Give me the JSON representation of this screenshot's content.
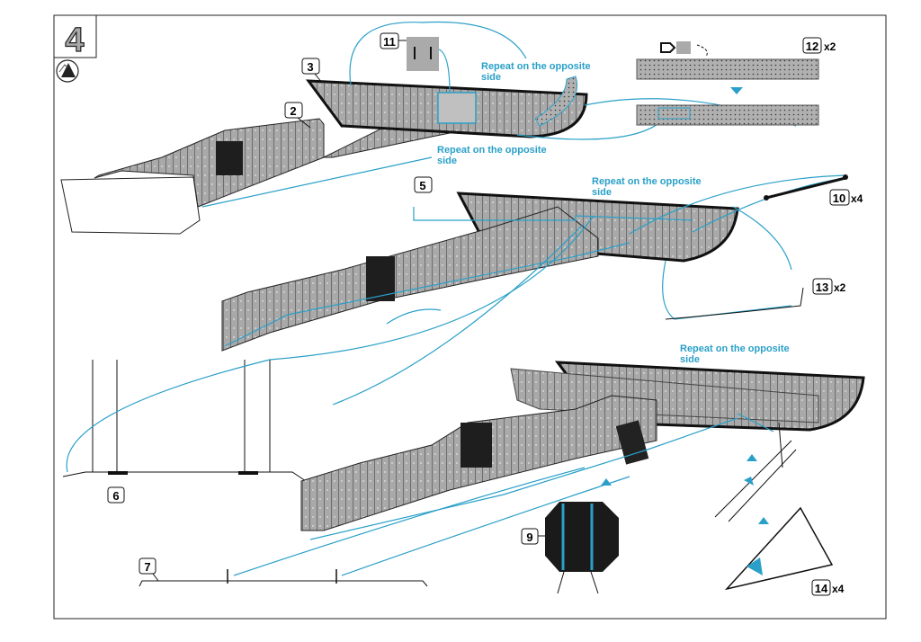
{
  "step": {
    "number": "4",
    "tool_icon": "glue-icon"
  },
  "notes": {
    "repeat_1": {
      "line1": "Repeat on the opposite",
      "line2": "side"
    },
    "repeat_2": {
      "line1": "Repeat on the opposite",
      "line2": "side"
    },
    "repeat_3": {
      "line1": "Repeat on the opposite",
      "line2": "side"
    },
    "repeat_4": {
      "line1": "Repeat on the opposite",
      "line2": "side"
    }
  },
  "parts": {
    "p2": {
      "label": "2"
    },
    "p3": {
      "label": "3"
    },
    "p5": {
      "label": "5"
    },
    "p6": {
      "label": "6"
    },
    "p7": {
      "label": "7"
    },
    "p9": {
      "label": "9"
    },
    "p10": {
      "label": "10",
      "qty": "x4"
    },
    "p11": {
      "label": "11"
    },
    "p12": {
      "label": "12",
      "qty": "x2"
    },
    "p13": {
      "label": "13",
      "qty": "x2"
    },
    "p14": {
      "label": "14",
      "qty": "x4"
    }
  },
  "colors": {
    "accent": "#2aa0c8",
    "part_gray": "#a9a9a9",
    "frame": "#1e1e1e"
  }
}
